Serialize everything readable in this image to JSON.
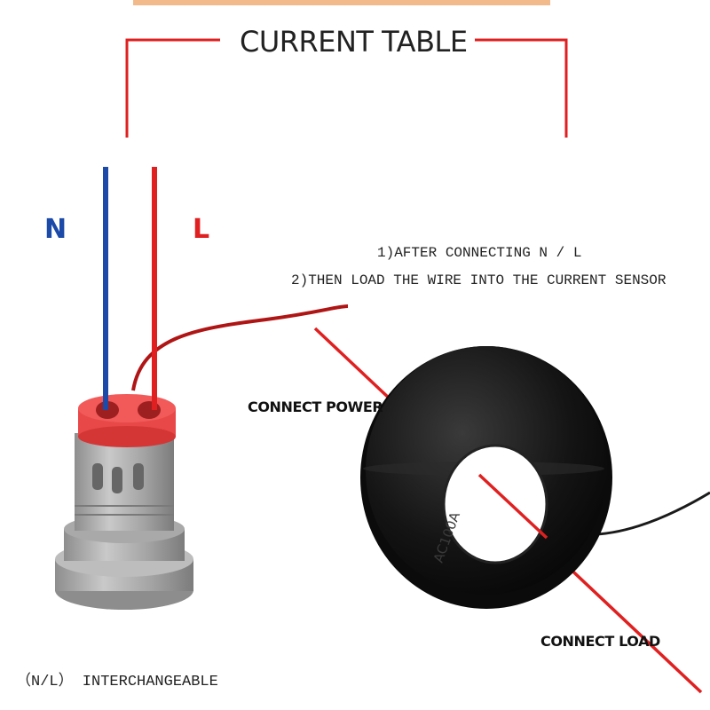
{
  "title": "CURRENT TABLE",
  "wire_labels": {
    "neutral": "N",
    "live": "L"
  },
  "instructions": [
    "1)AFTER CONNECTING N / L",
    "2)THEN LOAD THE WIRE INTO THE CURRENT SENSOR"
  ],
  "callouts": {
    "power": "CONNECT POWER",
    "load": "CONNECT LOAD"
  },
  "note": "（N/L） INTERCHANGEABLE",
  "sensor_marking": "AC100A",
  "colors": {
    "neutral_wire": "#1b4aa8",
    "live_wire": "#e02020",
    "bracket": "#e02020",
    "sensor": "#151515",
    "meter_cap": "#f05050",
    "meter_body": "#a8a8a8"
  }
}
